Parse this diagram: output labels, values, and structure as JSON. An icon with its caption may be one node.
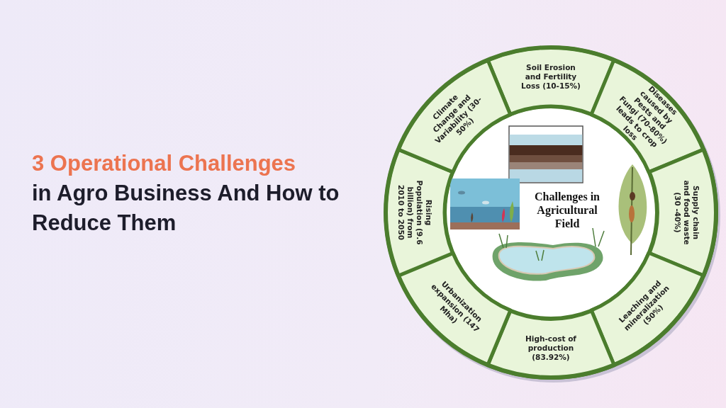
{
  "diagram": {
    "title": "3 Operational Challenges in Agro Business And How to Reduce Them",
    "nodes": [
      {
        "text": [
          "Challenges in Agricultural Field"
        ]
      },
      {
        "text": [
          "Soil Erosion and Fertility Loss (10-15%)"
        ]
      },
      {
        "text": [
          "Diseases caused by Pests and Fungi (70-80%) leads to crop loss"
        ]
      },
      {
        "text": [
          "Supply chain and food waste (30 -40%)"
        ]
      },
      {
        "text": [
          "Leaching and mineralization (50%)"
        ]
      },
      {
        "text": [
          "High-cost of production (83.92%)"
        ]
      },
      {
        "text": [
          "Urbanization expansion (147 Mha)"
        ]
      },
      {
        "text": [
          "Rising Population (9.6 billion) from 2010 to 2050"
        ]
      },
      {
        "text": [
          "Climate Change and Variability (30-50%)"
        ]
      }
    ]
  }
}
